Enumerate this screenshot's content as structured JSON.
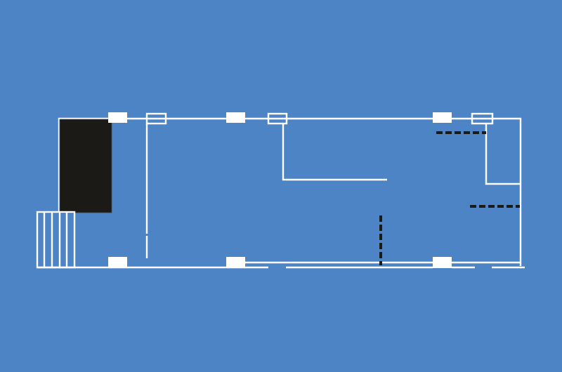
{
  "colors": {
    "background": "#4c84c6",
    "walls": "#ffffff",
    "solid_block": "#1b1a17",
    "dashed_lines": "#1b1a17"
  },
  "elements": {
    "columns": 6,
    "windows": 3,
    "stair_treads": 5,
    "dashed_partitions": 3
  }
}
